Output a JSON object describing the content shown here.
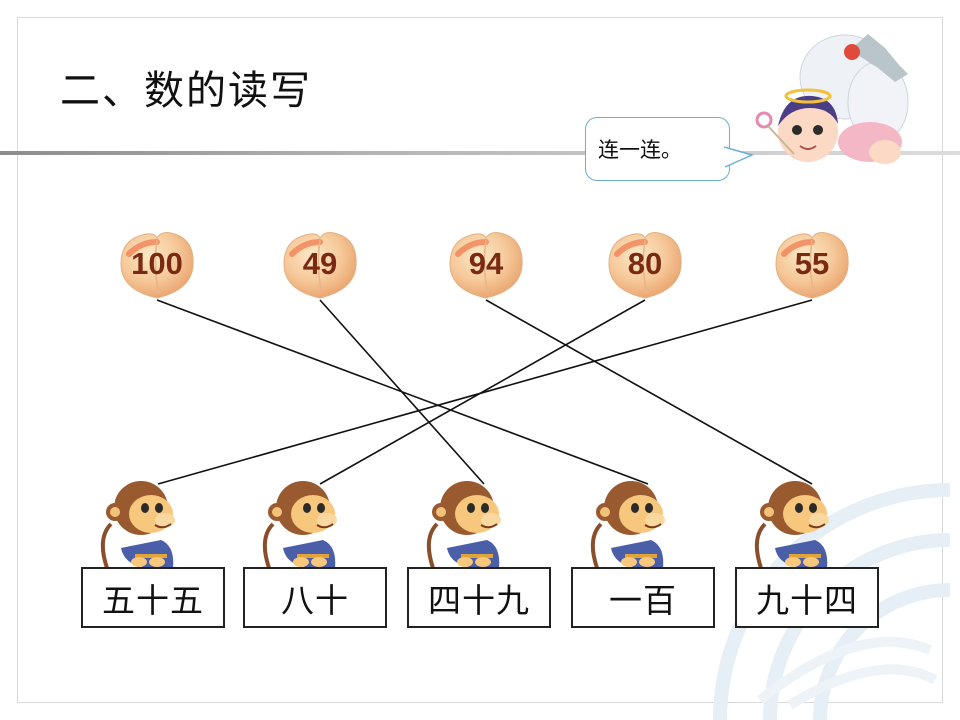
{
  "title": "二、数的读写",
  "speech_bubble": "连一连。",
  "peaches": [
    {
      "id": "p100",
      "label": "100"
    },
    {
      "id": "p49",
      "label": "49"
    },
    {
      "id": "p94",
      "label": "94"
    },
    {
      "id": "p80",
      "label": "80"
    },
    {
      "id": "p55",
      "label": "55"
    }
  ],
  "words": [
    {
      "id": "w55",
      "label": "五十五"
    },
    {
      "id": "w80",
      "label": "八十"
    },
    {
      "id": "w49",
      "label": "四十九"
    },
    {
      "id": "w100",
      "label": "一百"
    },
    {
      "id": "w94",
      "label": "九十四"
    }
  ],
  "connections": [
    {
      "from": "p100",
      "to": "w100"
    },
    {
      "from": "p49",
      "to": "w49"
    },
    {
      "from": "p94",
      "to": "w94"
    },
    {
      "from": "p80",
      "to": "w80"
    },
    {
      "from": "p55",
      "to": "w55"
    }
  ],
  "colors": {
    "peach_text": "#7a2a12",
    "bubble_border": "#6aaed6",
    "line": "#111111"
  },
  "icons": [
    "peach-icon",
    "monkey-icon",
    "angel-icon"
  ]
}
